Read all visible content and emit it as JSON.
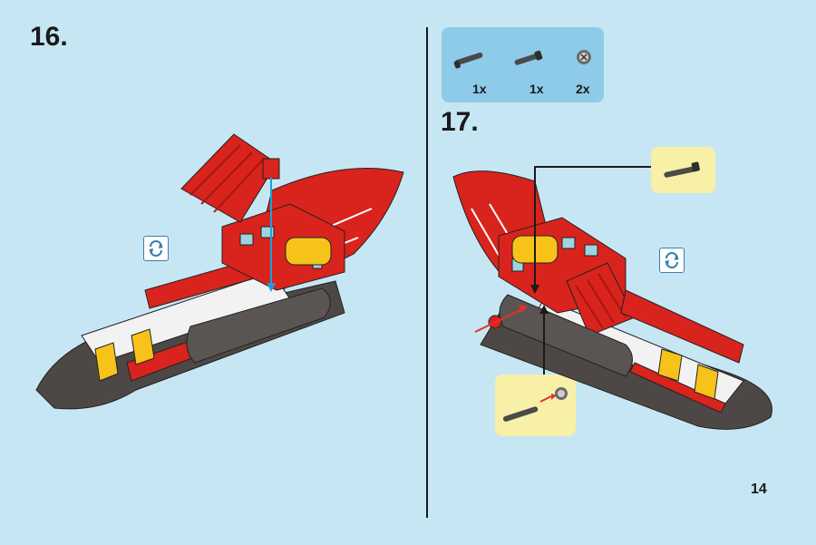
{
  "steps": {
    "left": {
      "number": "16."
    },
    "right": {
      "number": "17."
    }
  },
  "parts_list": [
    {
      "part": "long-axle",
      "quantity": "1x"
    },
    {
      "part": "short-axle",
      "quantity": "1x"
    },
    {
      "part": "bush",
      "quantity": "2x"
    }
  ],
  "page_number": "14",
  "icons": {
    "rotate_model": "rotate-arrows-icon",
    "insert_arrow_colors": {
      "blue": "#1ea0d8",
      "red": "#e53030",
      "black": "#1a1a1a"
    }
  },
  "colors": {
    "background": "#c7e6f3",
    "parts_box": "#8ecbe8",
    "callout": "#f7f0a6",
    "boat_red": "#d9231d",
    "boat_white": "#ffffff",
    "boat_grey": "#4d4845",
    "boat_yellow": "#f7c21a"
  }
}
